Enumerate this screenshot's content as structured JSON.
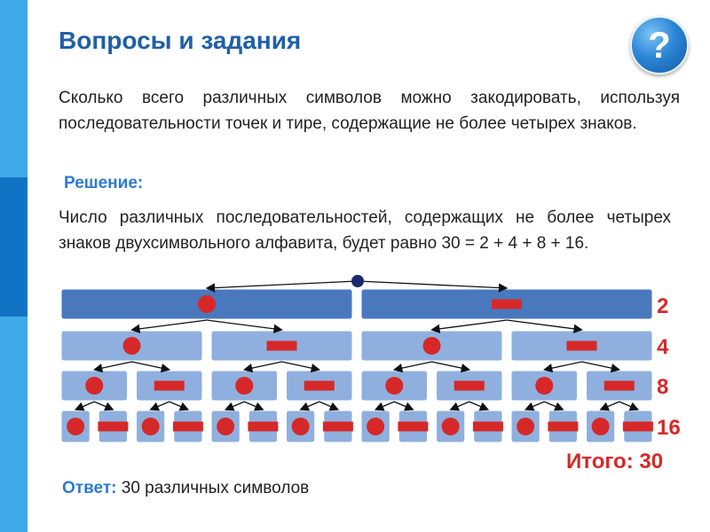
{
  "header": {
    "title": "Вопросы и задания",
    "help_icon": "question-mark-icon",
    "help_symbol": "?"
  },
  "question": {
    "text": "Сколько всего различных символов можно закодировать, используя последовательности точек и тире, содержащие не более четырех знаков."
  },
  "solution": {
    "label": "Решение:",
    "text": "Число различных последовательностей, содержащих не более четырех знаков двухсимвольного алфавита, будет равно 30 = 2 + 4 + 8 + 16."
  },
  "tree": {
    "symbols": [
      "dot",
      "dash"
    ],
    "levels": [
      {
        "label": "2",
        "count": 2
      },
      {
        "label": "4",
        "count": 4
      },
      {
        "label": "8",
        "count": 8
      },
      {
        "label": "16",
        "count": 16
      }
    ],
    "colors": {
      "box_top": "#4a78bd",
      "box_light": "#8fb0de",
      "symbol": "#d62828",
      "root": "#1a2a6c",
      "arrow": "#111111"
    }
  },
  "total": {
    "label": "Итого:",
    "value": "30"
  },
  "answer": {
    "label": "Ответ:",
    "text": "30 различных символов"
  }
}
